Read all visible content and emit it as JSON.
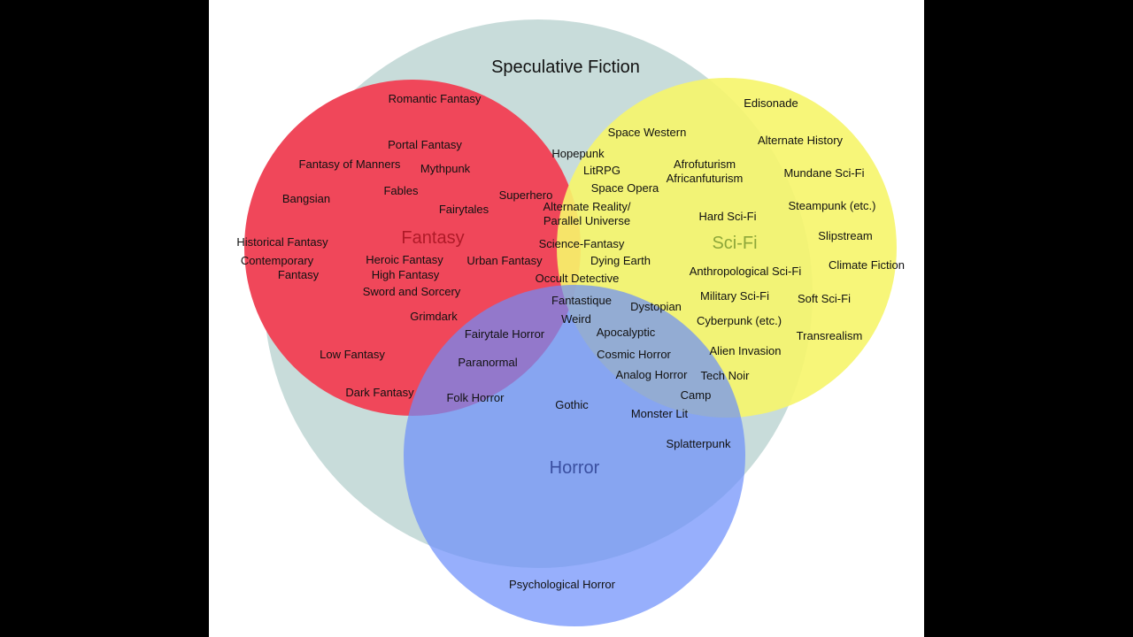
{
  "diagram": {
    "title": "Speculative Fiction",
    "colors": {
      "speculative": "#c8dcda",
      "fantasy": "#f0475a",
      "scifi": "#f6f56a",
      "horror": "#6b8dfb",
      "fantasy_label": "#b01a28",
      "scifi_label": "#8ea73a",
      "horror_label": "#3a4fa0"
    },
    "sets": {
      "fantasy": "Fantasy",
      "scifi": "Sci-Fi",
      "horror": "Horror"
    },
    "fantasy_items": [
      "Romantic Fantasy",
      "Portal Fantasy",
      "Fantasy of Manners",
      "Mythpunk",
      "Fables",
      "Bangsian",
      "Fairytales",
      "Historical Fantasy",
      "Contemporary",
      "Fantasy",
      "Heroic Fantasy",
      "High Fantasy",
      "Sword and Sorcery",
      "Grimdark",
      "Low Fantasy",
      "Dark Fantasy",
      "Urban Fantasy",
      "Superhero"
    ],
    "scifi_items": [
      "Edisonade",
      "Space Western",
      "Alternate History",
      "Afrofuturism",
      "Africanfuturism",
      "Mundane Sci-Fi",
      "Hard Sci-Fi",
      "Steampunk (etc.)",
      "Slipstream",
      "Anthropological Sci-Fi",
      "Climate Fiction",
      "Military Sci-Fi",
      "Soft Sci-Fi",
      "Cyberpunk (etc.)",
      "Transrealism",
      "Alien Invasion",
      "Tech Noir",
      "Camp"
    ],
    "fantasy_scifi_items": [
      "Hopepunk",
      "LitRPG",
      "Space Opera",
      "Alternate Reality/",
      "Parallel Universe",
      "Science-Fantasy",
      "Dying Earth",
      "Occult Detective"
    ],
    "center_items": [
      "Fantastique",
      "Weird"
    ],
    "fantasy_horror_items": [
      "Fairytale Horror",
      "Paranormal",
      "Folk Horror"
    ],
    "scifi_horror_items": [
      "Dystopian",
      "Apocalyptic",
      "Cosmic Horror",
      "Analog Horror"
    ],
    "horror_items": [
      "Gothic",
      "Monster Lit",
      "Splatterpunk",
      "Psychological Horror"
    ]
  }
}
